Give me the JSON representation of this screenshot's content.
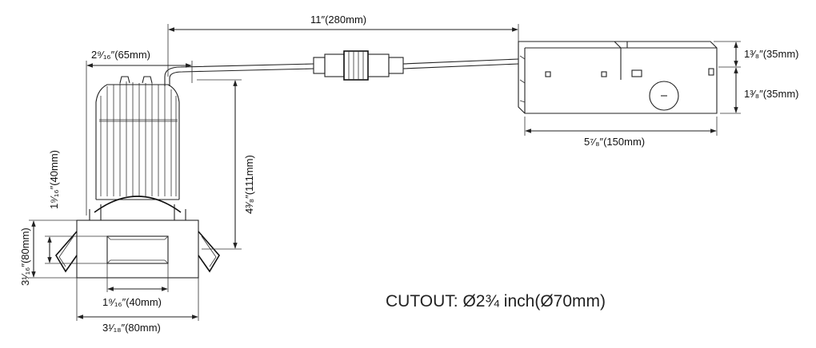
{
  "dimensions": {
    "cable_length": "11″(280mm)",
    "body_width": "2⁹⁄₁₆″(65mm)",
    "height": "4³⁄₈″(111mm)",
    "aperture_height": "1⁹⁄₁₆″(40mm)",
    "trim_height": "3¹⁄₁₆″(80mm)",
    "aperture_width": "1⁹⁄₁₆″(40mm)",
    "trim_width": "3¹⁄₁₈″(80mm)",
    "driver_length": "5⁷⁄₈″(150mm)",
    "driver_depth": "1³⁄₈″(35mm)",
    "driver_height": "1³⁄₈″(35mm)"
  },
  "cutout": "CUTOUT: Ø2¾ inch(Ø70mm)"
}
